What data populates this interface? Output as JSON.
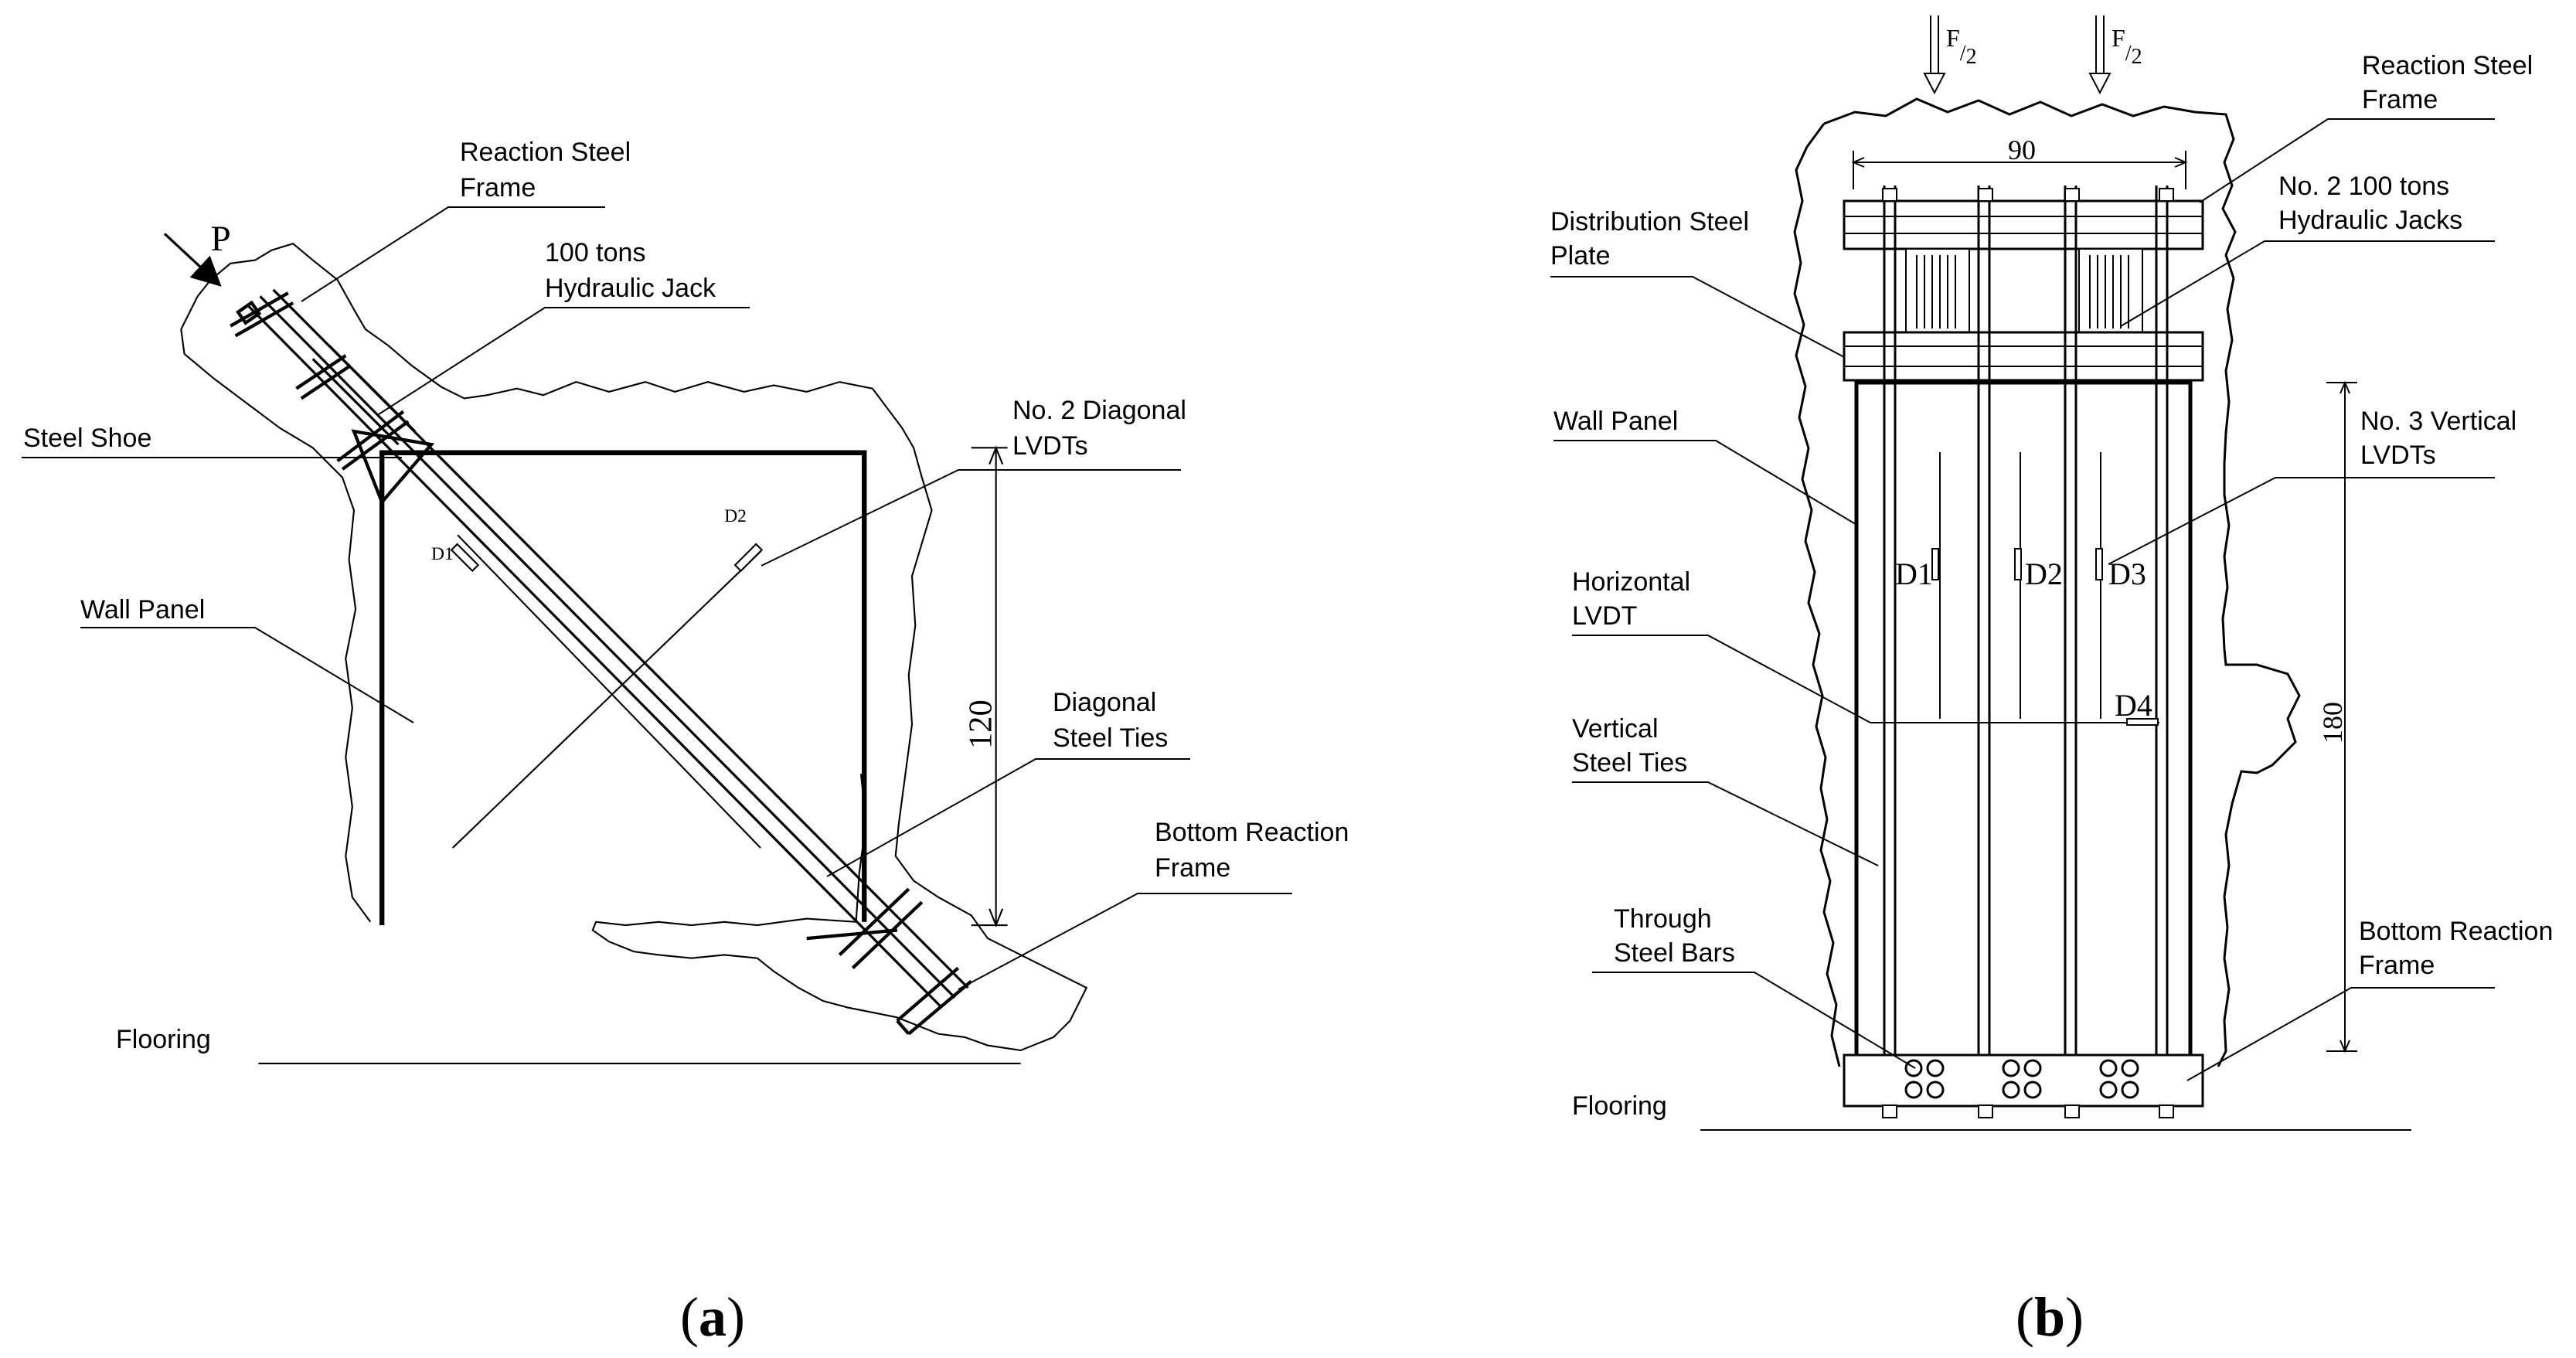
{
  "panel_a": {
    "load_label": "P",
    "labels": {
      "reaction_frame_1": "Reaction Steel",
      "reaction_frame_2": "Frame",
      "jack_1": "100 tons",
      "jack_2": "Hydraulic Jack",
      "steel_shoe": "Steel Shoe",
      "wall_panel": "Wall Panel",
      "diag_lvdts_1": "No. 2 Diagonal",
      "diag_lvdts_2": "LVDTs",
      "diag_ties_1": "Diagonal",
      "diag_ties_2": "Steel Ties",
      "bottom_frame_1": "Bottom Reaction",
      "bottom_frame_2": "Frame",
      "flooring": "Flooring"
    },
    "sensors": {
      "d1": "D1",
      "d2": "D2"
    },
    "dimension": "120",
    "caption_open": "(",
    "caption_letter": "a",
    "caption_close": ")"
  },
  "panel_b": {
    "load_prefix": "F",
    "load_suffix": "2",
    "labels": {
      "reaction_frame_1": "Reaction Steel",
      "reaction_frame_2": "Frame",
      "jacks_1": "No. 2 100 tons",
      "jacks_2": "Hydraulic Jacks",
      "dist_plate_1": "Distribution Steel",
      "dist_plate_2": "Plate",
      "wall_panel": "Wall Panel",
      "vert_lvdts_1": "No. 3 Vertical",
      "vert_lvdts_2": "LVDTs",
      "horiz_lvdt_1": "Horizontal",
      "horiz_lvdt_2": "LVDT",
      "vert_ties_1": "Vertical",
      "vert_ties_2": "Steel Ties",
      "through_bars_1": "Through",
      "through_bars_2": "Steel Bars",
      "bottom_frame_1": "Bottom Reaction",
      "bottom_frame_2": "Frame",
      "flooring": "Flooring"
    },
    "sensors": {
      "d1": "D1",
      "d2": "D2",
      "d3": "D3",
      "d4": "D4"
    },
    "dim_width": "90",
    "dim_height": "180",
    "caption_open": "(",
    "caption_letter": "b",
    "caption_close": ")"
  }
}
